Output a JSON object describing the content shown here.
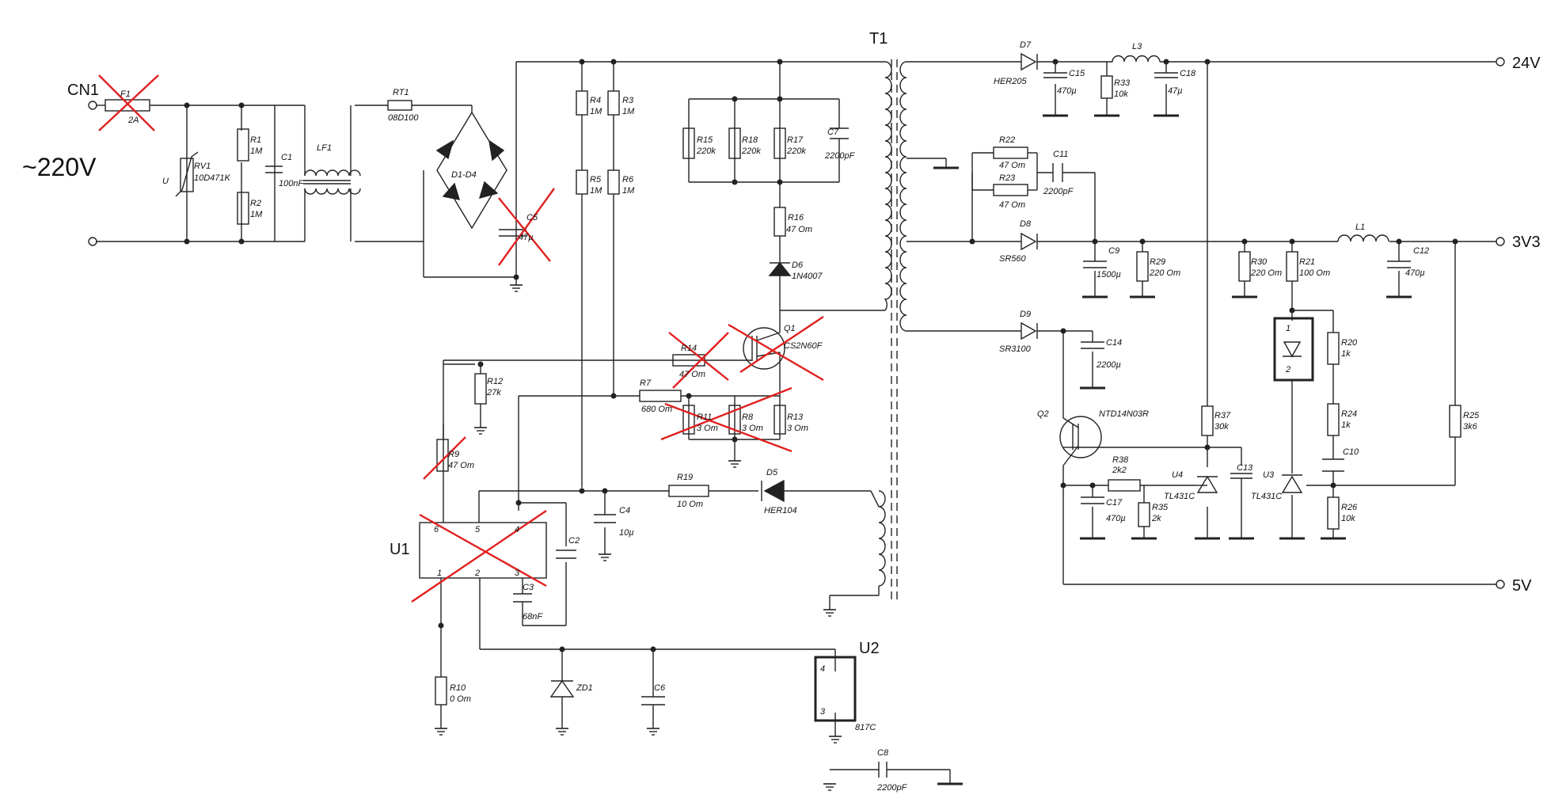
{
  "labels": {
    "cn1": "CN1",
    "mains": "~220V",
    "f1": "F1",
    "f1v": "2A",
    "rv1": "RV1",
    "rv1v": "10D471K",
    "u": "U",
    "r1": "R1",
    "r1v": "1M",
    "r2": "R2",
    "r2v": "1M",
    "c1": "C1",
    "c1v": "100nF",
    "lf1": "LF1",
    "rt1": "RT1",
    "rt1v": "08D100",
    "bridge": "D1-D4",
    "c5": "C5",
    "c5v": "47µ",
    "r4": "R4",
    "r4v": "1M",
    "r3": "R3",
    "r3v": "1M",
    "r5": "R5",
    "r5v": "1M",
    "r6": "R6",
    "r6v": "1M",
    "r15": "R15",
    "r15v": "220k",
    "r18": "R18",
    "r18v": "220k",
    "r17": "R17",
    "r17v": "220k",
    "c7": "C7",
    "c7v": "2200pF",
    "r16": "R16",
    "r16v": "47 Om",
    "d6": "D6",
    "d6v": "1N4007",
    "t1": "T1",
    "q1": "Q1",
    "q1v": "CS2N60F",
    "r14": "R14",
    "r14v": "47 Om",
    "r12": "R12",
    "r12v": "27k",
    "r7": "R7",
    "r7v": "680 Om",
    "r11": "R11",
    "r11v": "3 Om",
    "r8": "R8",
    "r8v": "3 Om",
    "r13": "R13",
    "r13v": "3 Om",
    "r9": "R9",
    "r9v": "47 Om",
    "r19": "R19",
    "r19v": "10 Om",
    "d5": "D5",
    "d5v": "HER104",
    "c4": "C4",
    "c4v": "10µ",
    "u1": "U1",
    "p6": "6",
    "p5": "5",
    "p4": "4",
    "p1": "1",
    "p2": "2",
    "p3": "3",
    "c2": "C2",
    "c3": "C3",
    "c3v": "68nF",
    "r10": "R10",
    "r10v": "0 Om",
    "zd1": "ZD1",
    "c6": "C6",
    "u2": "U2",
    "u2v": "817C",
    "u2p4": "4",
    "u2p3": "3",
    "c8": "C8",
    "c8v": "2200pF",
    "d7": "D7",
    "d7v": "HER205",
    "c15": "C15",
    "c15v": "470µ",
    "l3": "L3",
    "r33": "R33",
    "r33v": "10k",
    "c18": "C18",
    "c18v": "47µ",
    "out24": "24V",
    "r22": "R22",
    "r22v": "47 Om",
    "r23": "R23",
    "r23v": "47 Om",
    "c11": "C11",
    "c11v": "2200pF",
    "d8": "D8",
    "d8v": "SR560",
    "c9": "C9",
    "c9v": "1500µ",
    "r29": "R29",
    "r29v": "220 Om",
    "r30": "R30",
    "r30v": "220 Om",
    "r21": "R21",
    "r21v": "100 Om",
    "l1": "L1",
    "c12": "C12",
    "c12v": "470µ",
    "out33": "3V3",
    "d9": "D9",
    "d9v": "SR3100",
    "c14": "C14",
    "c14v": "2200µ",
    "q2": "Q2",
    "q2v": "NTD14N03R",
    "r37": "R37",
    "r37v": "30k",
    "r38": "R38",
    "r38v": "2k2",
    "u4": "U4",
    "u4v": "TL431C",
    "c13": "C13",
    "c17": "C17",
    "c17v": "470µ",
    "r35": "R35",
    "r35v": "2k",
    "u3": "U3",
    "u3v": "TL431C",
    "r20": "R20",
    "r20v": "1k",
    "r24": "R24",
    "r24v": "1k",
    "c10": "C10",
    "r26": "R26",
    "r26v": "10k",
    "r25": "R25",
    "r25v": "3k6",
    "op1": "1",
    "op2": "2",
    "out5": "5V"
  },
  "colors": {
    "wire": "#222222",
    "strike": "#e02020"
  }
}
